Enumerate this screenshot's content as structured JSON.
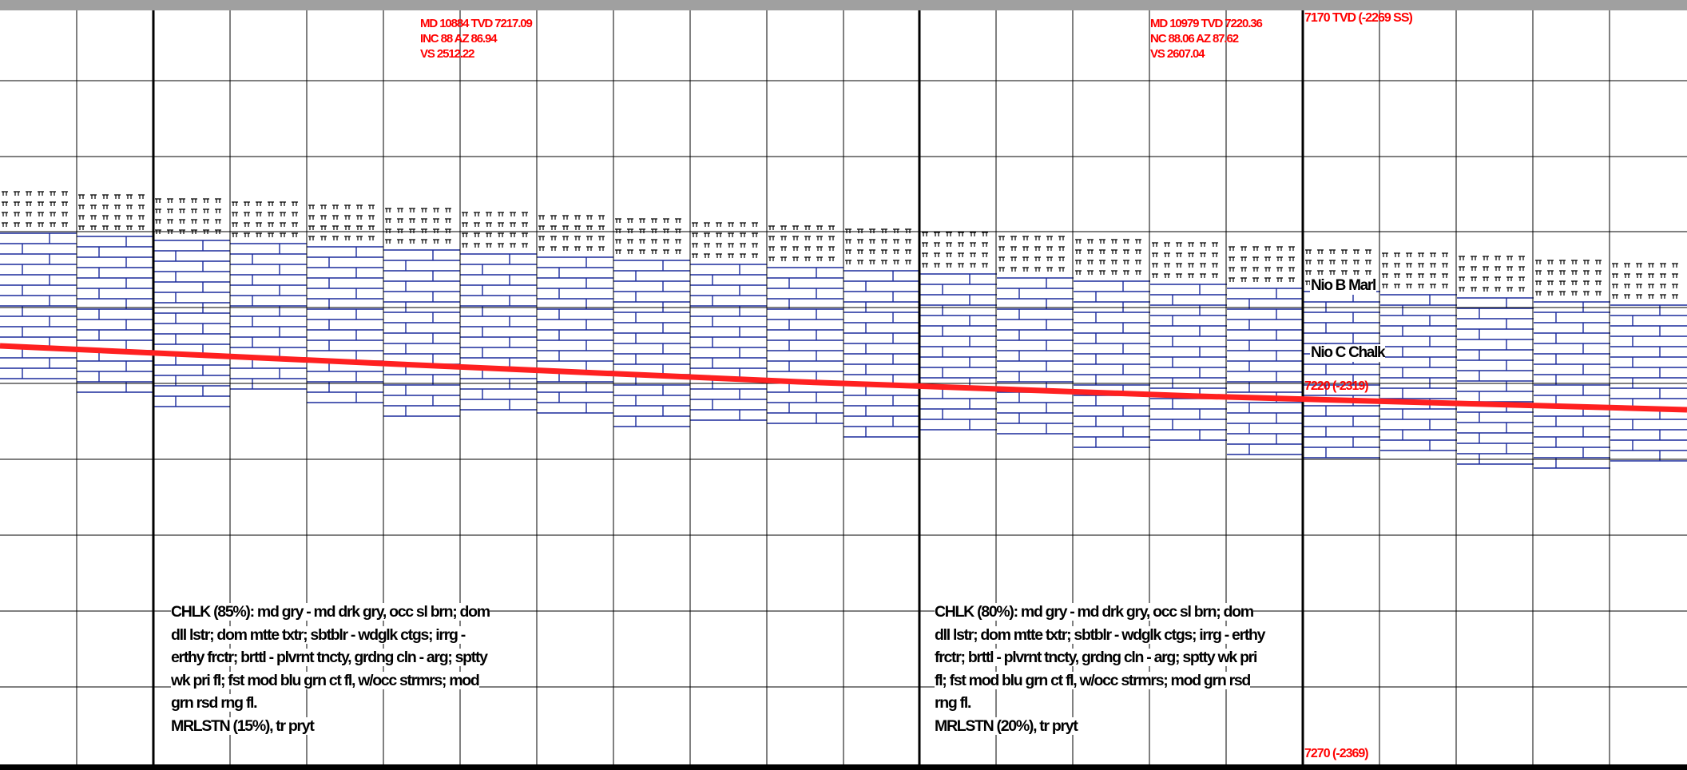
{
  "survey_stations": [
    {
      "md": "MD 10884",
      "tvd": "TVD 7217.09",
      "line2": "INC 88 AZ 86.94",
      "line3": "VS 2512.22"
    },
    {
      "md": "MD 10979",
      "tvd": "TVD 7220.36",
      "line2": "NC 88.06 AZ 87.62",
      "line3": "VS 2607.04"
    }
  ],
  "depth_labels": {
    "top": "7170 TVD (-2269 SS)",
    "mid": "7220 (-2319)",
    "bottom": "7270 (-2369)"
  },
  "formations": {
    "marl": "Nio B Marl",
    "chalk": "Nio C Chalk"
  },
  "lithology_descriptions": [
    {
      "lines": [
        "CHLK (85%): md gry - md drk gry, occ sl brn; dom",
        "dll lstr; dom mtte txtr; sbtblr - wdglk ctgs; irrg -",
        "erthy frctr; brttl - plvrnt tncty, grdng cln - arg; sptty",
        "wk pri fl; fst mod blu grn ct fl, w/occ strmrs; mod",
        "grn rsd rng fl.",
        "MRLSTN (15%), tr pryt"
      ]
    },
    {
      "lines": [
        "CHLK (80%): md gry - md drk gry, occ sl brn; dom",
        "dll lstr; dom mtte txtr; sbtblr - wdglk ctgs; irrg - erthy",
        "frctr; brttl - plvrnt tncty, grdng cln - arg; sptty wk pri",
        "fl; fst mod blu grn ct fl, w/occ strmrs; mod grn rsd",
        "rng fl.",
        "MRLSTN (20%), tr pryt"
      ]
    }
  ],
  "colors": {
    "wellbore": "#ff2020",
    "chalk_symbol": "#1a2a9c",
    "grid": "#000000",
    "annotation": "#ff0000"
  }
}
